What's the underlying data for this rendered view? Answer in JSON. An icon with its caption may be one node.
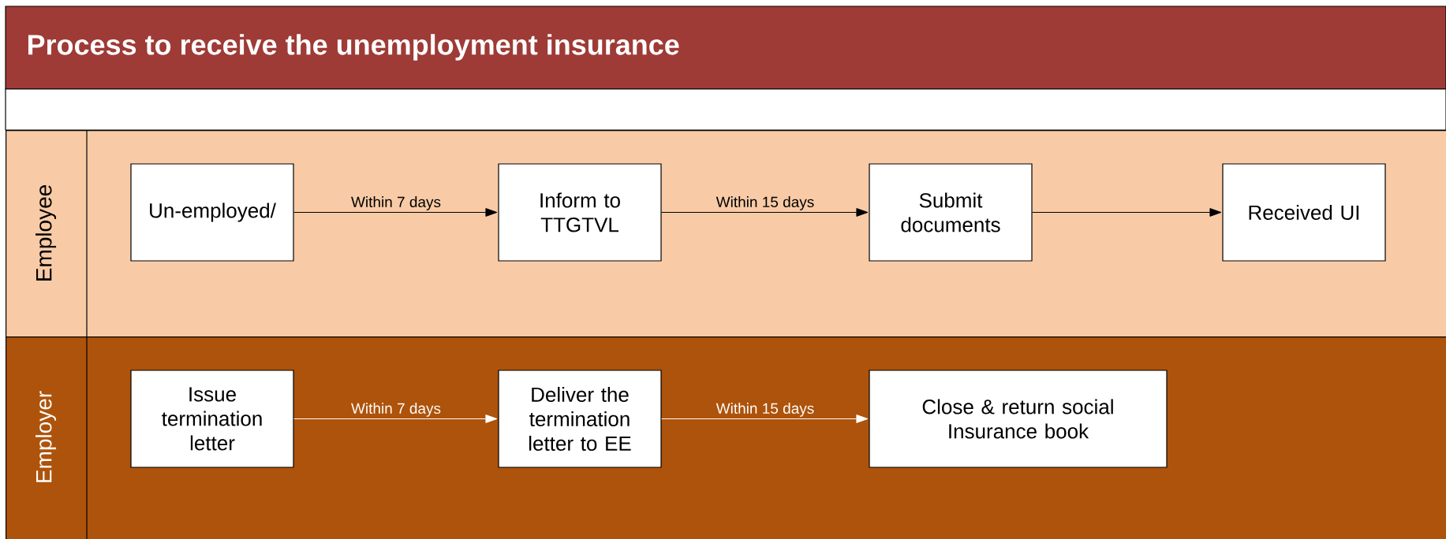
{
  "diagram": {
    "title": "Process to receive the unemployment insurance",
    "nodes": [
      {
        "text": [
          "Employee"
        ]
      },
      {
        "text": [
          "Un-employed/"
        ],
        "in": 0
      },
      {
        "text": [
          "Inform to TTGTVL"
        ],
        "in": 0
      },
      {
        "text": [
          "Submit documents"
        ],
        "in": 0
      },
      {
        "text": [
          "Received UI"
        ],
        "in": 0
      },
      {
        "text": [
          "Employer"
        ]
      },
      {
        "text": [
          "Issue termination letter"
        ],
        "in": 5
      },
      {
        "text": [
          "Deliver the termination letter to EE"
        ],
        "in": 5
      },
      {
        "text": [
          "Close & return social Insurance book"
        ],
        "in": 5
      }
    ],
    "edges": [
      {
        "from": 1,
        "to": 2,
        "arrow": "to",
        "label": "Within 7 days"
      },
      {
        "from": 2,
        "to": 3,
        "arrow": "to",
        "label": "Within 15 days"
      },
      {
        "from": 3,
        "to": 4,
        "arrow": "to"
      },
      {
        "from": 6,
        "to": 7,
        "arrow": "to",
        "label": "Within 7 days",
        "color": "#ffffff"
      },
      {
        "from": 7,
        "to": 8,
        "arrow": "to",
        "label": "Within 15 days",
        "color": "#ffffff"
      }
    ]
  }
}
